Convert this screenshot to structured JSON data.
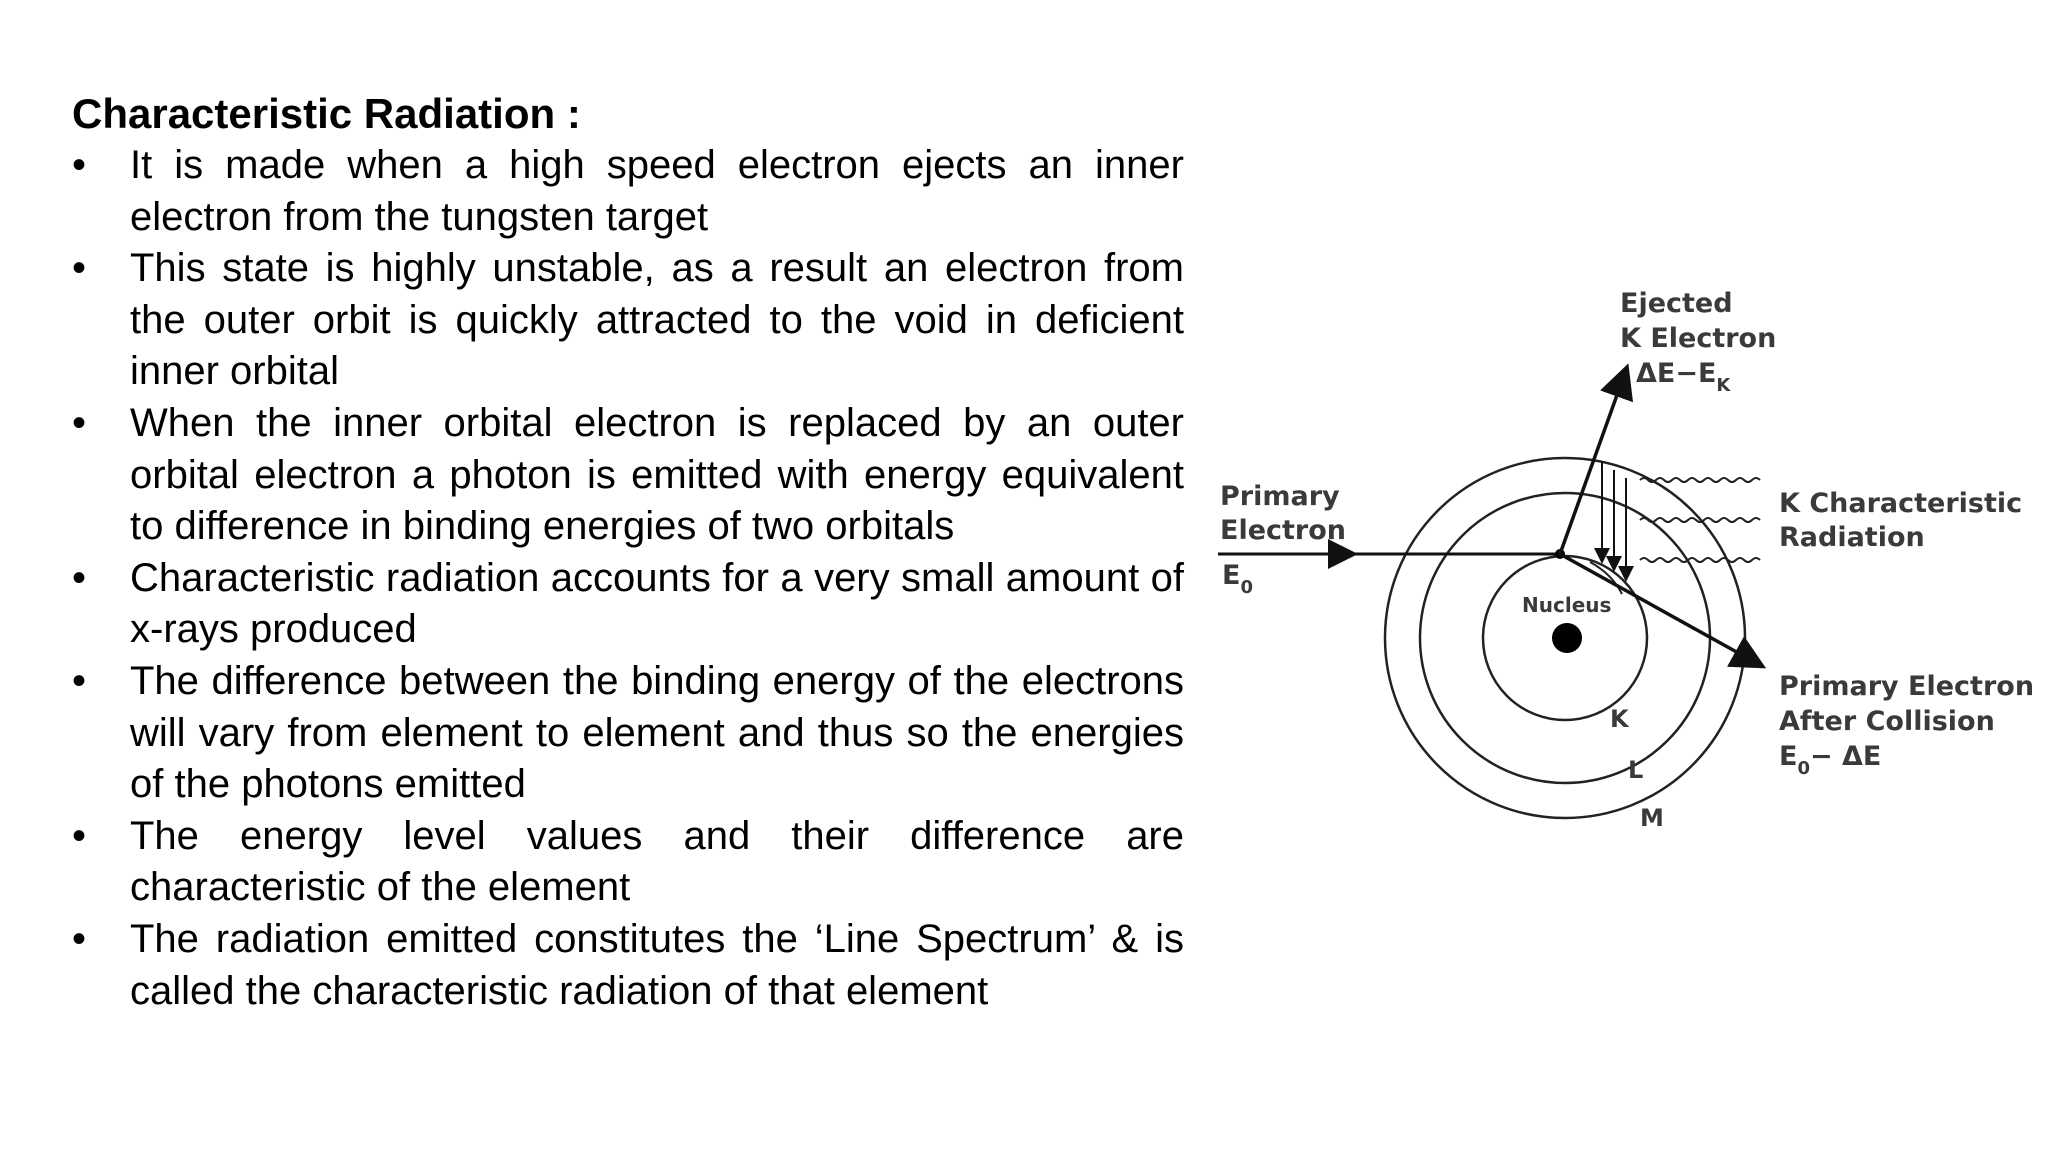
{
  "slide": {
    "title": "Characteristic Radiation :",
    "bullet_symbol": "•",
    "bullets": [
      "It is made when a high speed electron ejects an inner electron from the tungsten target",
      "This state is highly unstable, as a result an electron from the outer orbit is quickly attracted to the void in deficient inner orbital",
      "When the inner orbital electron is replaced by an outer orbital electron a photon is emitted with energy equivalent to difference in binding energies of two orbitals",
      "Characteristic radiation accounts for a very small amount of x-rays produced",
      "The difference between the binding energy of the electrons will vary from element to element and thus so the energies of the photons emitted",
      "The energy level values and their difference are characteristic of the element",
      "The radiation emitted constitutes the ‘Line Spectrum’ & is called the characteristic radiation of that element"
    ]
  },
  "diagram": {
    "ejected_line1": "Ejected",
    "ejected_line2": "K Electron",
    "ejected_energy": "ΔE−E",
    "ejected_energy_sub": "K",
    "primary_line1": "Primary",
    "primary_line2": "Electron",
    "primary_energy": "E",
    "primary_energy_sub": "0",
    "k_char_line1": "K Characteristic",
    "k_char_line2": "Radiation",
    "nucleus": "Nucleus",
    "after_line1": "Primary Electron",
    "after_line2": "After Collision",
    "after_energy_prefix": "E",
    "after_energy_sub": "0",
    "after_energy_suffix": "− ΔE",
    "shell_k": "K",
    "shell_l": "L",
    "shell_m": "M"
  }
}
